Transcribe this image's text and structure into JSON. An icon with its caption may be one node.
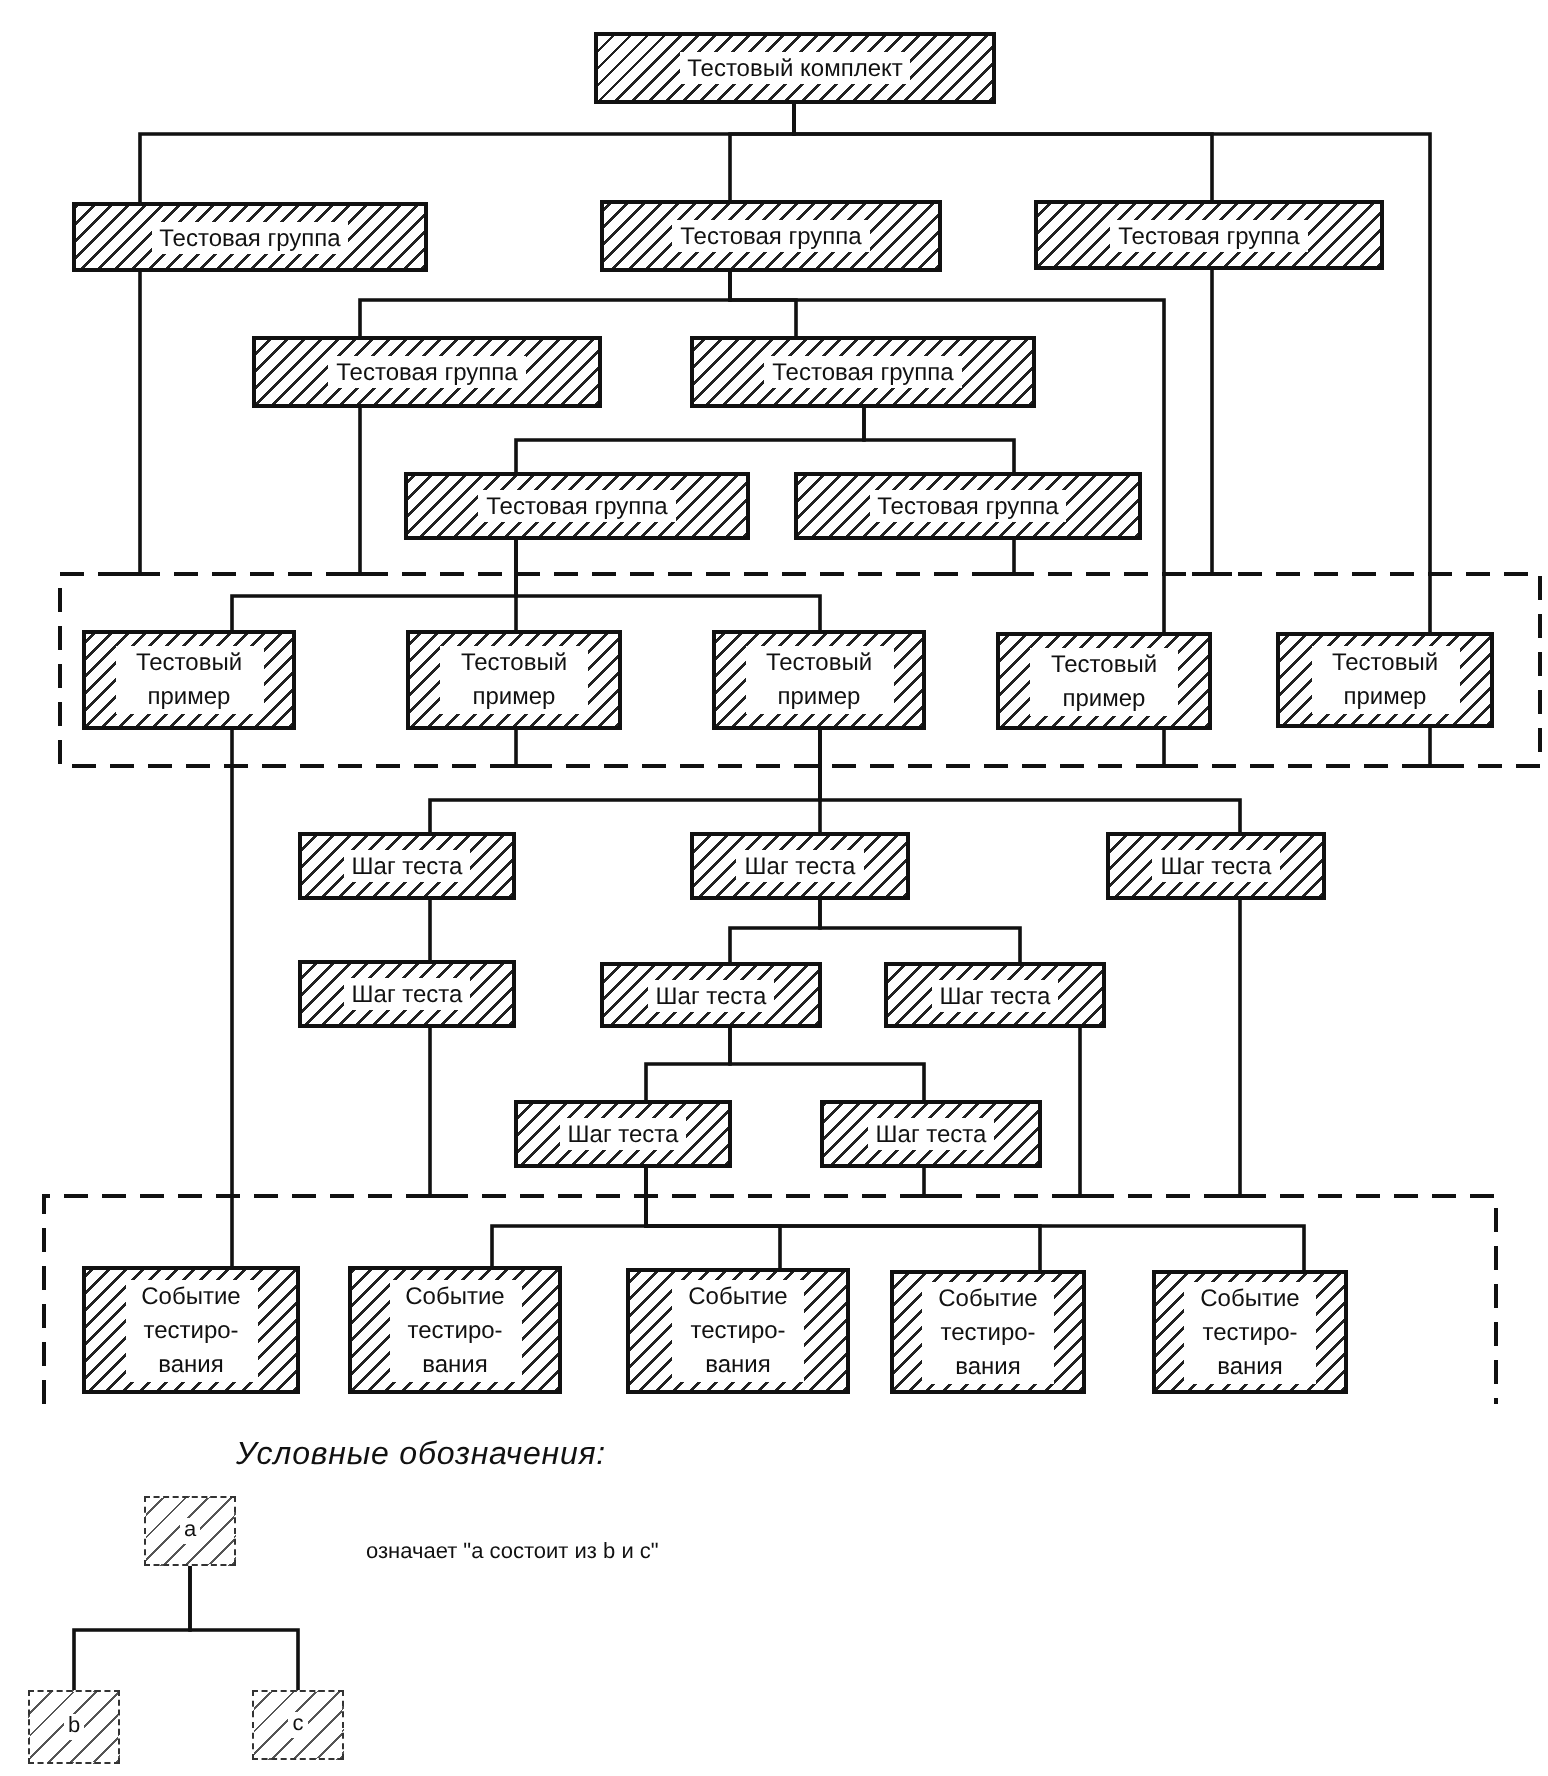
{
  "diagram": {
    "nodes": [
      {
        "text": [
          "Тестовый комплект"
        ]
      },
      {
        "text": [
          "Тестовая группа"
        ]
      },
      {
        "text": [
          "Тестовая группа"
        ]
      },
      {
        "text": [
          "Тестовая группа"
        ]
      },
      {
        "text": [
          "Тестовая группа"
        ]
      },
      {
        "text": [
          "Тестовая группа"
        ]
      },
      {
        "text": [
          "Тестовая группа"
        ]
      },
      {
        "text": [
          "Тестовая группа"
        ]
      },
      {
        "text": [],
        "shape": "box"
      },
      {
        "text": [
          "Тестовый пример"
        ],
        "in": 8
      },
      {
        "text": [
          "Тестовый пример"
        ],
        "in": 8
      },
      {
        "text": [
          "Тестовый пример"
        ],
        "in": 8
      },
      {
        "text": [
          "Тестовый пример"
        ],
        "in": 8
      },
      {
        "text": [
          "Тестовый пример"
        ],
        "in": 8
      },
      {
        "text": [
          "Шаг теста"
        ]
      },
      {
        "text": [
          "Шаг теста"
        ]
      },
      {
        "text": [
          "Шаг теста"
        ]
      },
      {
        "text": [
          "Шаг теста"
        ]
      },
      {
        "text": [
          "Шаг теста"
        ]
      },
      {
        "text": [
          "Шаг теста"
        ]
      },
      {
        "text": [
          "Шаг теста"
        ]
      },
      {
        "text": [
          "Шаг теста"
        ]
      },
      {
        "text": [],
        "shape": "box"
      },
      {
        "text": [
          "Событие тестиро- вания"
        ],
        "in": 22
      },
      {
        "text": [
          "Событие тестиро- вания"
        ],
        "in": 22
      },
      {
        "text": [
          "Событие тестиро- вания"
        ],
        "in": 22
      },
      {
        "text": [
          "Событие тестиро- вания"
        ],
        "in": 22
      },
      {
        "text": [
          "Событие тестиро- вания"
        ],
        "in": 22
      },
      {
        "text": [
          "a"
        ]
      },
      {
        "text": [
          "b"
        ]
      },
      {
        "text": [
          "c"
        ]
      }
    ],
    "edges": [
      {
        "from": 0,
        "to": 1,
        "arrow": "none"
      },
      {
        "from": 0,
        "to": 2,
        "arrow": "none"
      },
      {
        "from": 0,
        "to": 3,
        "arrow": "none"
      },
      {
        "from": 0,
        "to": 13,
        "arrow": "none"
      },
      {
        "from": 1,
        "to": 8,
        "arrow": "other"
      },
      {
        "from": 3,
        "to": 8,
        "arrow": "other"
      },
      {
        "from": 2,
        "to": 4,
        "arrow": "none"
      },
      {
        "from": 2,
        "to": 5,
        "arrow": "none"
      },
      {
        "from": 2,
        "to": 12,
        "arrow": "none"
      },
      {
        "from": 4,
        "to": 8,
        "arrow": "other"
      },
      {
        "from": 5,
        "to": 6,
        "arrow": "none"
      },
      {
        "from": 5,
        "to": 7,
        "arrow": "none"
      },
      {
        "from": 7,
        "to": 8,
        "arrow": "other"
      },
      {
        "from": 6,
        "to": 9,
        "arrow": "none"
      },
      {
        "from": 6,
        "to": 10,
        "arrow": "none"
      },
      {
        "from": 6,
        "to": 11,
        "arrow": "none"
      },
      {
        "from": 9,
        "to": 23,
        "arrow": "none"
      },
      {
        "from": 10,
        "to": 8,
        "arrow": "other"
      },
      {
        "from": 12,
        "to": 8,
        "arrow": "other"
      },
      {
        "from": 13,
        "to": 8,
        "arrow": "other"
      },
      {
        "from": 11,
        "to": 14,
        "arrow": "none"
      },
      {
        "from": 11,
        "to": 15,
        "arrow": "none"
      },
      {
        "from": 11,
        "to": 16,
        "arrow": "none"
      },
      {
        "from": 14,
        "to": 17,
        "arrow": "none"
      },
      {
        "from": 17,
        "to": 22,
        "arrow": "other"
      },
      {
        "from": 15,
        "to": 18,
        "arrow": "none"
      },
      {
        "from": 15,
        "to": 19,
        "arrow": "none"
      },
      {
        "from": 19,
        "to": 22,
        "arrow": "other"
      },
      {
        "from": 16,
        "to": 22,
        "arrow": "other"
      },
      {
        "from": 18,
        "to": 20,
        "arrow": "none"
      },
      {
        "from": 18,
        "to": 21,
        "arrow": "none"
      },
      {
        "from": 21,
        "to": 22,
        "arrow": "other"
      },
      {
        "from": 20,
        "to": 24,
        "arrow": "none"
      },
      {
        "from": 20,
        "to": 25,
        "arrow": "none"
      },
      {
        "from": 20,
        "to": 26,
        "arrow": "none"
      },
      {
        "from": 20,
        "to": 27,
        "arrow": "none"
      },
      {
        "from": 28,
        "to": 29,
        "arrow": "none"
      },
      {
        "from": 28,
        "to": 30,
        "arrow": "none"
      }
    ],
    "labels": [
      "Условные обозначения:",
      "означает \"a состоит из b и c\""
    ]
  }
}
